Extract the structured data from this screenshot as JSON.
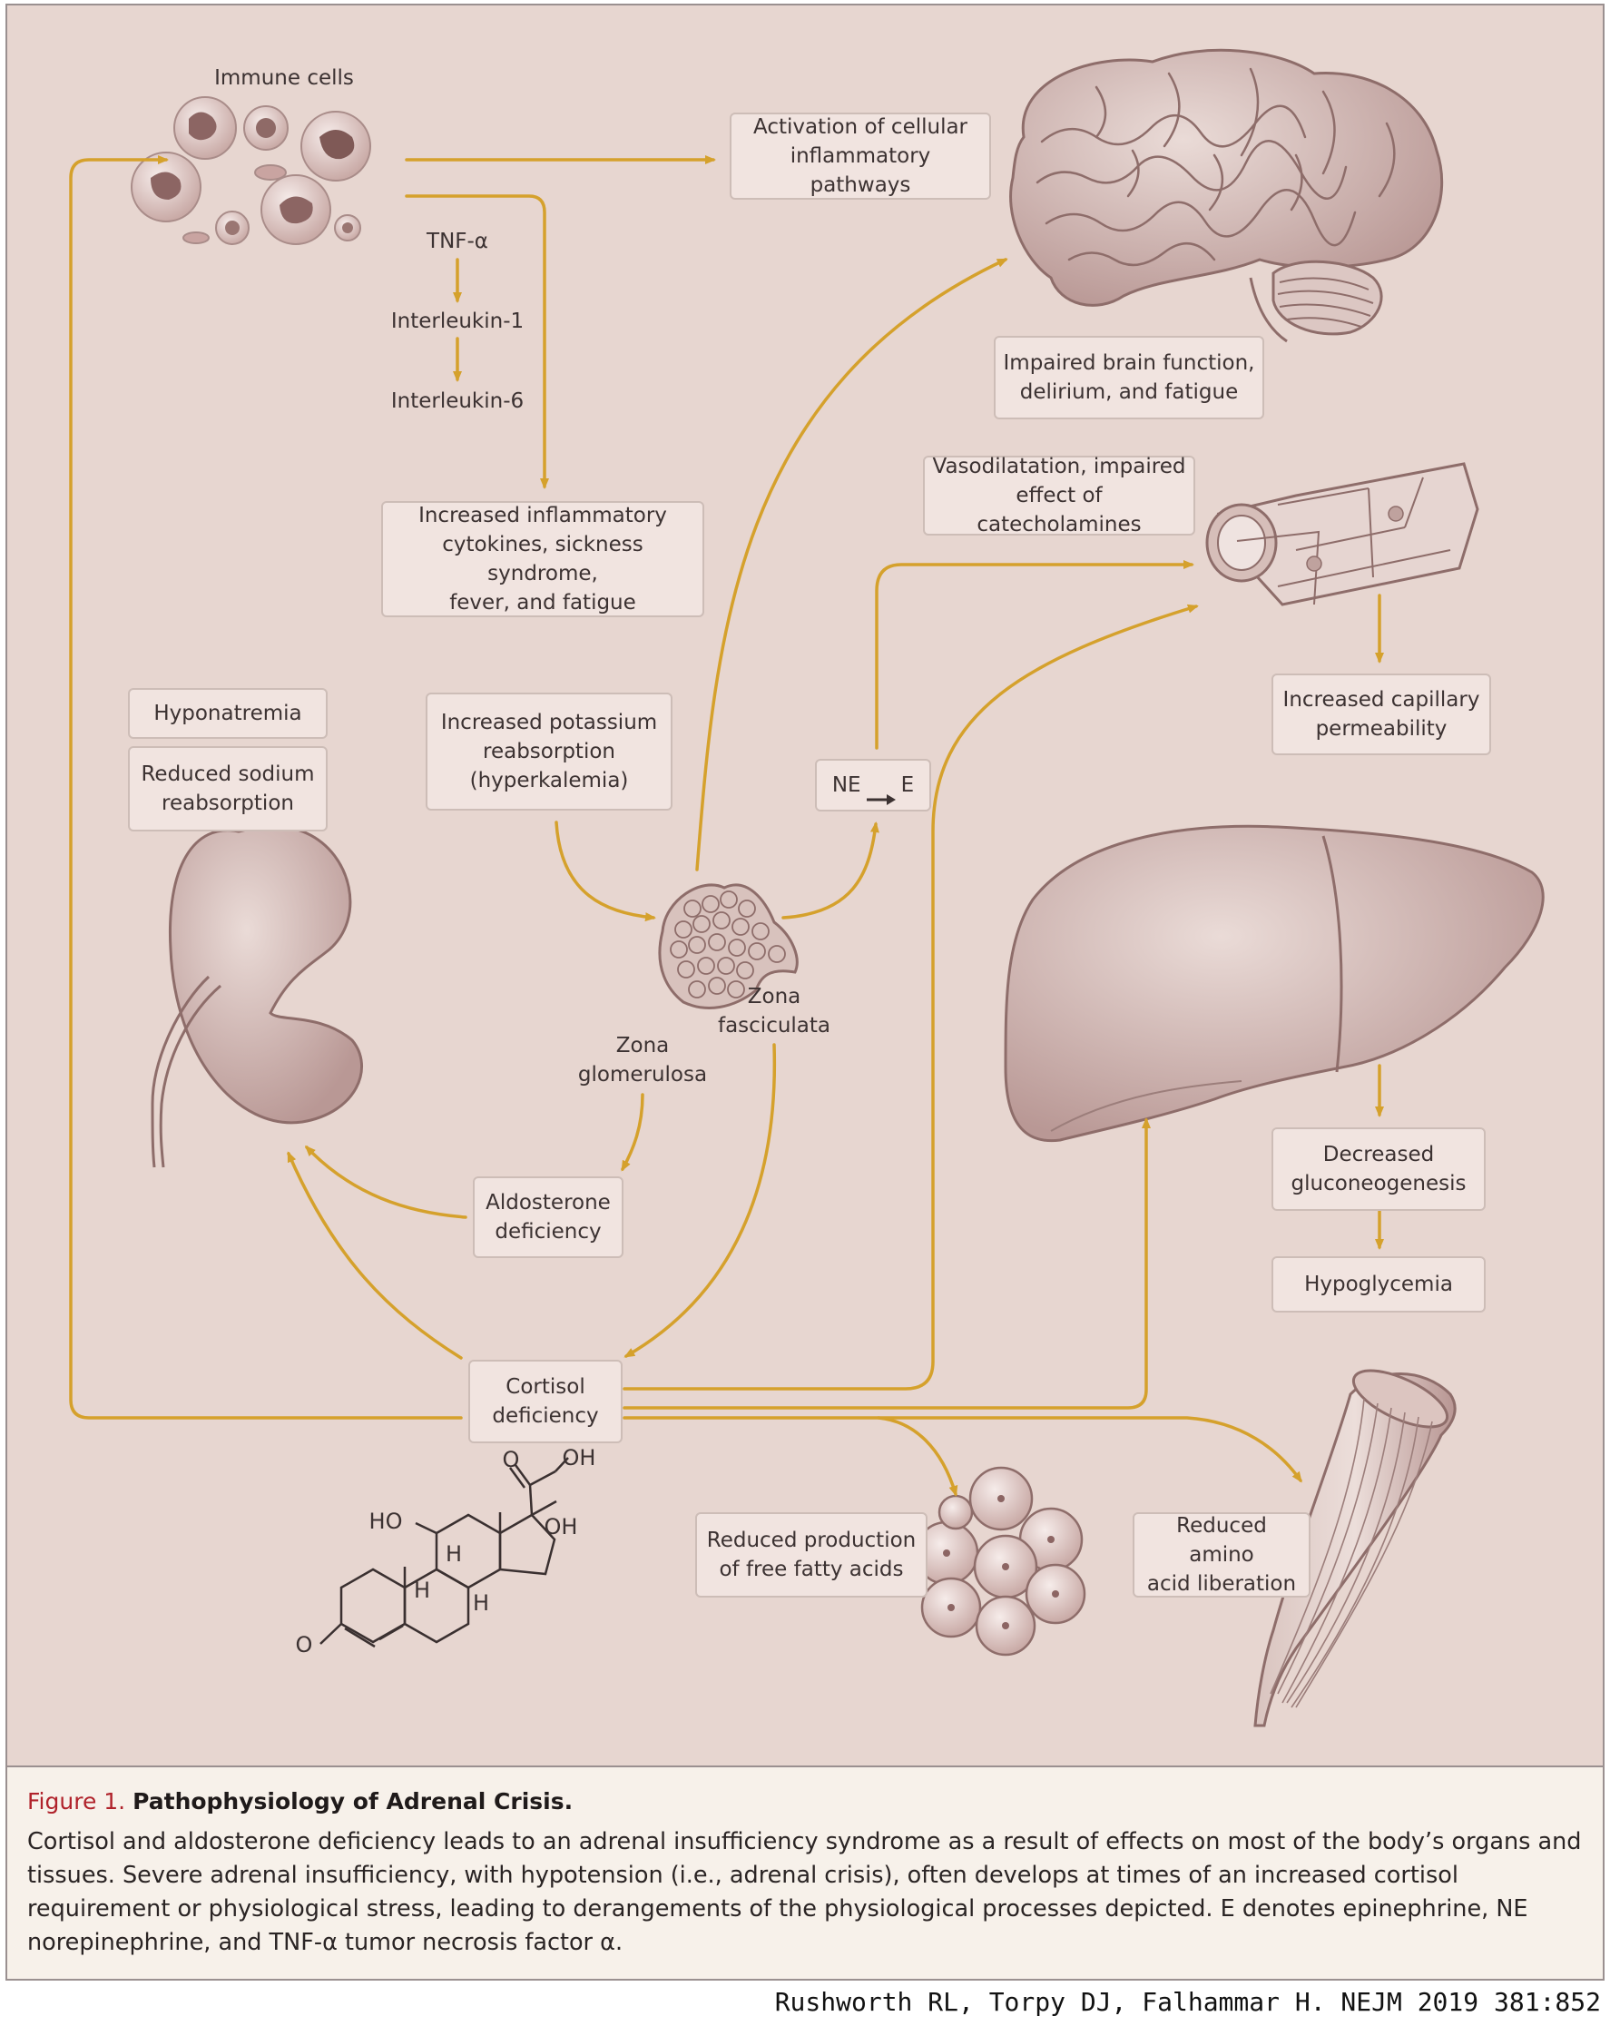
{
  "colors": {
    "background": "#e7d6d0",
    "arrow": "#d5a12c",
    "box": "#f1e4e0",
    "figure_label": "#b0222b"
  },
  "labels": {
    "immune_cells": "Immune cells",
    "tnf": "TNF-α",
    "il1": "Interleukin-1",
    "il6": "Interleukin-6",
    "zona_glomerulosa": "Zona\nglomerulosa",
    "zona_fasciculata": "Zona\nfasciculata"
  },
  "boxes": {
    "activation": "Activation of cellular\ninflammatory pathways",
    "brain": "Impaired brain function,\ndelirium, and fatigue",
    "cytokines": "Increased inflammatory\ncytokines, sickness syndrome,\nfever, and fatigue",
    "vasodilatation": "Vasodilatation, impaired\neffect of catecholamines",
    "capillary": "Increased capillary\npermeability",
    "hyponatremia": "Hyponatremia",
    "sodium": "Reduced sodium\nreabsorption",
    "potassium": "Increased potassium\nreabsorption\n(hyperkalemia)",
    "ne_e_left": "NE",
    "ne_e_right": "E",
    "aldosterone": "Aldosterone\ndeficiency",
    "gluconeogenesis": "Decreased\ngluconeogenesis",
    "hypoglycemia": "Hypoglycemia",
    "cortisol": "Cortisol\ndeficiency",
    "fatty_acids": "Reduced production\nof free fatty acids",
    "amino": "Reduced amino\nacid liberation"
  },
  "molecule": {
    "o_top": "O",
    "oh_top": "OH",
    "ho": "HO",
    "oh_right": "OH",
    "h1": "H",
    "h2": "H",
    "h3": "H",
    "o_left": "O"
  },
  "caption": {
    "label": "Figure 1.",
    "title": "Pathophysiology of Adrenal Crisis.",
    "body": "Cortisol and aldosterone deficiency leads to an adrenal insufficiency syndrome as a result of effects on most of the body’s organs and tissues. Severe adrenal insufficiency, with hypotension (i.e., adrenal crisis), often develops at times of an increased cortisol requirement or physiological stress, leading to derangements of the physiological processes depicted. E denotes epinephrine, NE norepinephrine, and TNF-α tumor necrosis factor α."
  },
  "credit": "Rushworth RL, Torpy DJ, Falhammar H.  NEJM 2019 381:852",
  "icons": [
    "immune-cells",
    "brain",
    "blood-vessel",
    "kidney",
    "adrenal-gland",
    "liver",
    "fat-cells",
    "muscle",
    "cortisol-molecule"
  ]
}
